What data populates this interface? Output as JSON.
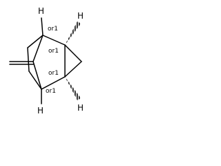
{
  "molecule": {
    "atoms": {
      "h_top_left": "H",
      "h_top_right": "H",
      "h_bottom_right": "H",
      "h_bottom_left": "H"
    },
    "stereo": {
      "upper_bridgehead": "or1",
      "upper_cyclopropane": "or1",
      "lower_cyclopropane": "or1",
      "lower_bridgehead": "or1"
    },
    "colors": {
      "bond": "#000000",
      "text": "#000000",
      "background": "#ffffff"
    }
  }
}
